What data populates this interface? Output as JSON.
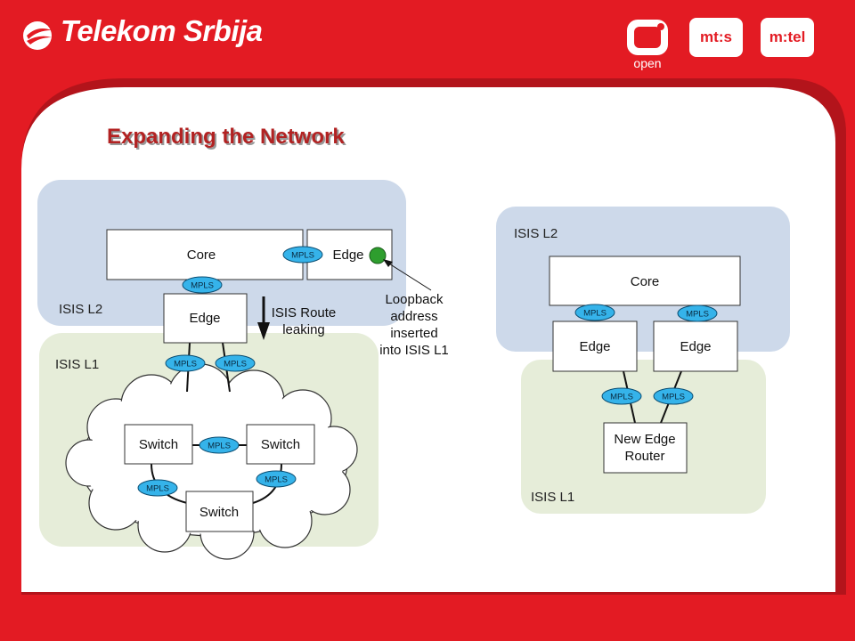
{
  "header": {
    "brand": "Telekom Srbija",
    "logos": [
      "open",
      "mt:s",
      "m:tel"
    ]
  },
  "title": "Expanding the Network",
  "left": {
    "l2_label": "ISIS L2",
    "l1_label": "ISIS L1",
    "core": "Core",
    "edge_l2": "Edge",
    "edge": "Edge",
    "switches": [
      "Switch",
      "Switch",
      "Switch"
    ],
    "leak_label": [
      "ISIS Route",
      "leaking"
    ],
    "loopback_label": [
      "Loopback",
      "address",
      "inserted",
      "into ISIS L1"
    ],
    "mpls": "MPLS"
  },
  "right": {
    "l2_label": "ISIS L2",
    "l1_label": "ISIS L1",
    "core": "Core",
    "edge_left": "Edge",
    "edge_right": "Edge",
    "new_edge": [
      "New Edge",
      "Router"
    ],
    "mpls": "MPLS"
  },
  "colors": {
    "brand_red": "#e31b23",
    "l2_zone": "#cdd9ea",
    "l1_zone": "#e6edd9",
    "mpls_fill": "#35b3ea",
    "loopback_dot": "#2e9e2e",
    "title": "#b22222"
  }
}
